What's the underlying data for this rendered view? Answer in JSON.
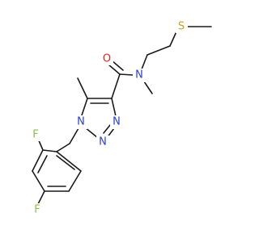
{
  "molecule": {
    "atoms": [
      {
        "id": "F1",
        "label": "F",
        "color": "#8fbf4a"
      },
      {
        "id": "F2",
        "label": "F",
        "color": "#8fbf4a"
      },
      {
        "id": "N1",
        "label": "N",
        "color": "#2a3fd6"
      },
      {
        "id": "N2",
        "label": "N",
        "color": "#2a3fd6"
      },
      {
        "id": "N3",
        "label": "N",
        "color": "#2a3fd6"
      },
      {
        "id": "Namide",
        "label": "N",
        "color": "#2a3fd6"
      },
      {
        "id": "O",
        "label": "O",
        "color": "#e0261c"
      },
      {
        "id": "S",
        "label": "S",
        "color": "#c9a21a"
      }
    ]
  }
}
